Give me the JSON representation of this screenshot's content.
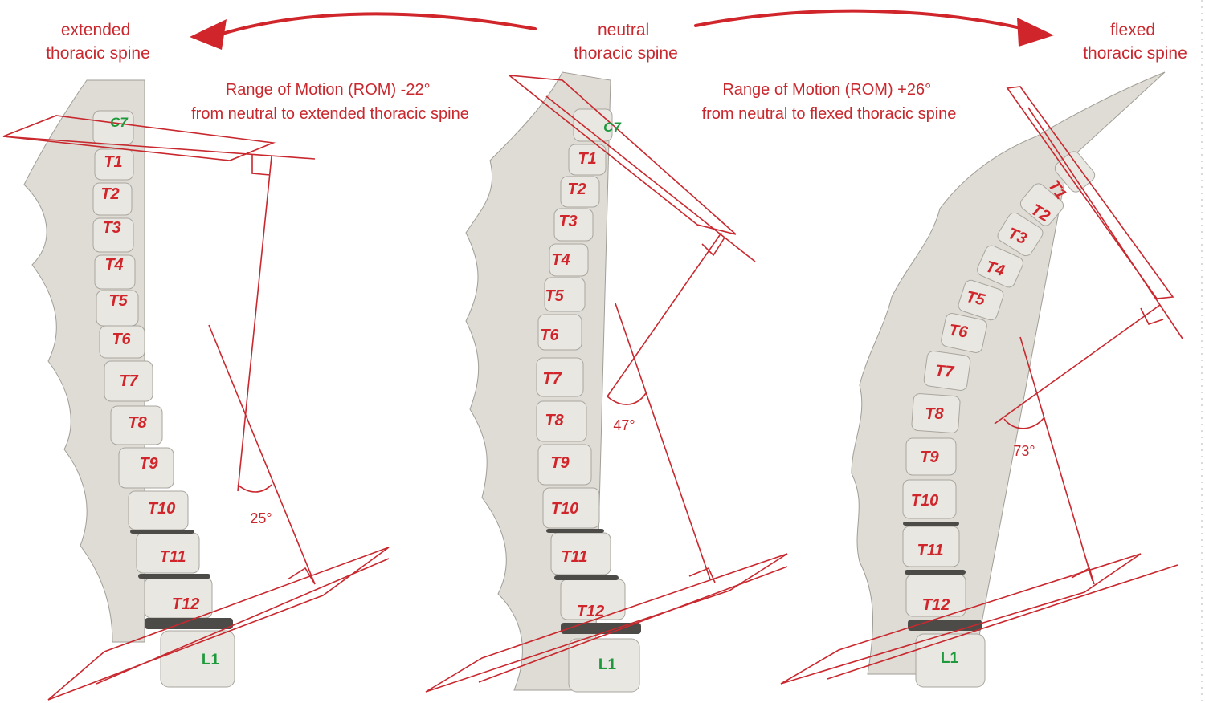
{
  "headers": {
    "extended": [
      "extended",
      "thoracic spine"
    ],
    "neutral": [
      "neutral",
      "thoracic spine"
    ],
    "flexed": [
      "flexed",
      "thoracic spine"
    ]
  },
  "rom": {
    "left": [
      "Range of Motion (ROM) -22°",
      "from neutral to extended thoracic spine"
    ],
    "right": [
      "Range of Motion (ROM) +26°",
      "from neutral to flexed thoracic spine"
    ]
  },
  "angles": {
    "extended": "25°",
    "neutral": "47°",
    "flexed": "73°"
  },
  "vertebrae": {
    "top": "C7",
    "thoracic": [
      "T1",
      "T2",
      "T3",
      "T4",
      "T5",
      "T6",
      "T7",
      "T8",
      "T9",
      "T10",
      "T11",
      "T12"
    ],
    "bottom": "L1"
  },
  "colors": {
    "annotation": "#c8282e",
    "thoracic_label": "#d0252b",
    "boundary_label": "#1e9a3c",
    "bone": "#e9e7e1"
  }
}
